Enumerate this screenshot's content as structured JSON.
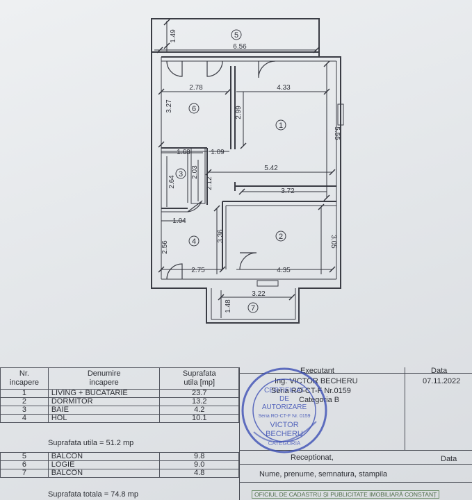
{
  "plan": {
    "dims": {
      "d149": "1.49",
      "d656": "6.56",
      "d278": "2.78",
      "d433": "4.33",
      "d327": "3.27",
      "d299": "2.99",
      "d555": "5.55",
      "d168": "1.68",
      "d109": "1.09",
      "d542": "5.42",
      "d264": "2.64",
      "d203": "2.03",
      "d212": "2.12",
      "d372": "3.72",
      "d104": "1.04",
      "d336": "3.36",
      "d305": "3.05",
      "d256": "2.56",
      "d275": "2.75",
      "d435": "4.35",
      "d322": "3.22",
      "d148": "1.48"
    },
    "room_numbers": {
      "r1": "1",
      "r2": "2",
      "r3": "3",
      "r4": "4",
      "r5": "5",
      "r6": "6",
      "r7": "7"
    }
  },
  "table": {
    "headers": {
      "nr": "Nr.",
      "nr2": "incapere",
      "name": "Denumire",
      "name2": "incapere",
      "area": "Suprafata",
      "area2": "utila [mp]"
    },
    "rows_a": [
      {
        "nr": "1",
        "name": "LIVING + BUCATARIE",
        "area": "23.7"
      },
      {
        "nr": "2",
        "name": "DORMITOR",
        "area": "13.2"
      },
      {
        "nr": "3",
        "name": "BAIE",
        "area": "4.2"
      },
      {
        "nr": "4",
        "name": "HOL",
        "area": "10.1"
      }
    ],
    "useful_total": "Suprafata utila = 51.2 mp",
    "rows_b": [
      {
        "nr": "5",
        "name": "BALCON",
        "area": "9.8"
      },
      {
        "nr": "6",
        "name": "LOGIE",
        "area": "9.0"
      },
      {
        "nr": "7",
        "name": "BALCON",
        "area": "4.8"
      }
    ],
    "grand_total": "Suprafata totala = 74.8 mp"
  },
  "executant": {
    "header": "Executant",
    "date_header": "Data",
    "name": "Ing. VICTOR BECHERU",
    "series": "Seria RO-CT-F Nr.0159",
    "category": "Categoria B",
    "date": "07.11.2022",
    "received": "Receptionat,",
    "received_date": "Data",
    "signature_line": "Nume, prenume, semnatura, stampila",
    "footer": "OFICIUL DE CADASTRU ȘI PUBLICITATE IMOBILIARĂ CONSTANȚ"
  },
  "stamp": {
    "line1": "CERTIFICAT",
    "line2": "DE",
    "line3": "AUTORIZARE",
    "line4": "Seria RO-CT-F Nr. 0159",
    "line5": "VICTOR",
    "line6": "BECHERU",
    "line7": "CATEGORIA"
  },
  "colors": {
    "ink": "#30323a",
    "stamp": "#3c4fb4",
    "paper": "#e6e9ec"
  }
}
